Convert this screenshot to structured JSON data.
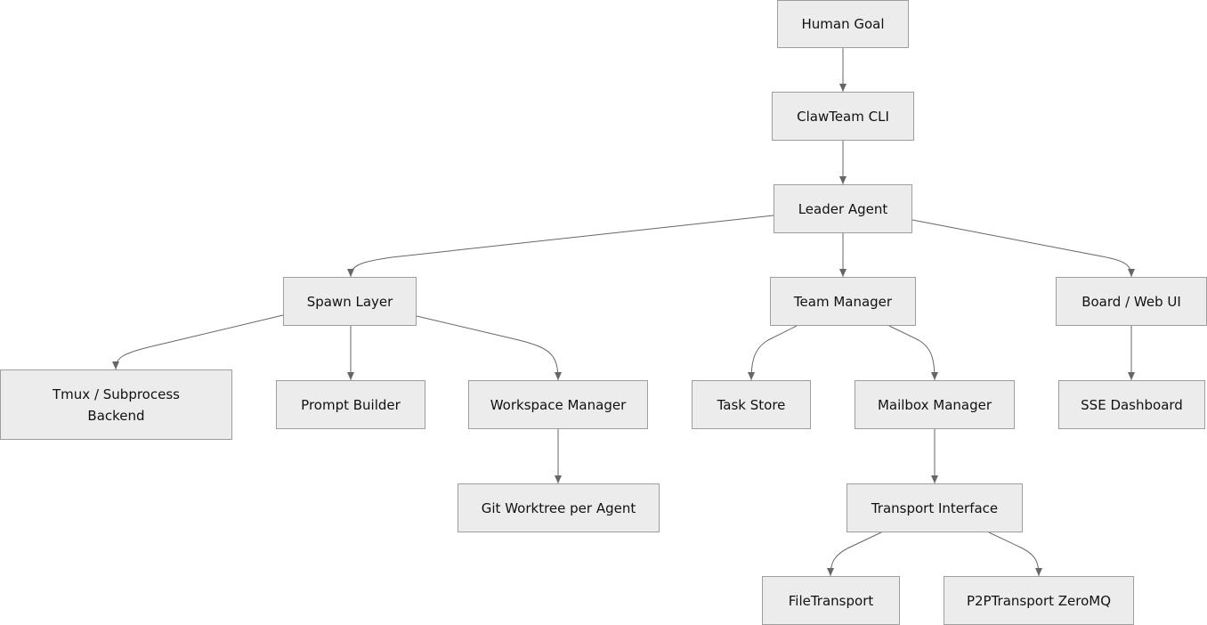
{
  "diagram": {
    "nodes": {
      "human_goal": "Human Goal",
      "clawteam_cli": "ClawTeam CLI",
      "leader_agent": "Leader Agent",
      "spawn_layer": "Spawn Layer",
      "team_manager": "Team Manager",
      "board_web_ui": "Board / Web UI",
      "tmux_backend": "Tmux / Subprocess\nBackend",
      "prompt_builder": "Prompt Builder",
      "workspace_manager": "Workspace Manager",
      "task_store": "Task Store",
      "mailbox_manager": "Mailbox Manager",
      "sse_dashboard": "SSE Dashboard",
      "git_worktree": "Git Worktree per Agent",
      "transport_interface": "Transport Interface",
      "file_transport": "FileTransport",
      "p2p_transport": "P2PTransport ZeroMQ"
    },
    "edges": [
      {
        "from": "human_goal",
        "to": "clawteam_cli"
      },
      {
        "from": "clawteam_cli",
        "to": "leader_agent"
      },
      {
        "from": "leader_agent",
        "to": "spawn_layer"
      },
      {
        "from": "leader_agent",
        "to": "team_manager"
      },
      {
        "from": "leader_agent",
        "to": "board_web_ui"
      },
      {
        "from": "spawn_layer",
        "to": "tmux_backend"
      },
      {
        "from": "spawn_layer",
        "to": "prompt_builder"
      },
      {
        "from": "spawn_layer",
        "to": "workspace_manager"
      },
      {
        "from": "team_manager",
        "to": "task_store"
      },
      {
        "from": "team_manager",
        "to": "mailbox_manager"
      },
      {
        "from": "board_web_ui",
        "to": "sse_dashboard"
      },
      {
        "from": "workspace_manager",
        "to": "git_worktree"
      },
      {
        "from": "mailbox_manager",
        "to": "transport_interface"
      },
      {
        "from": "transport_interface",
        "to": "file_transport"
      },
      {
        "from": "transport_interface",
        "to": "p2p_transport"
      }
    ],
    "colors": {
      "node_fill": "#ececec",
      "node_border": "#9e9e9e",
      "edge": "#666666",
      "background": "#ffffff"
    }
  }
}
